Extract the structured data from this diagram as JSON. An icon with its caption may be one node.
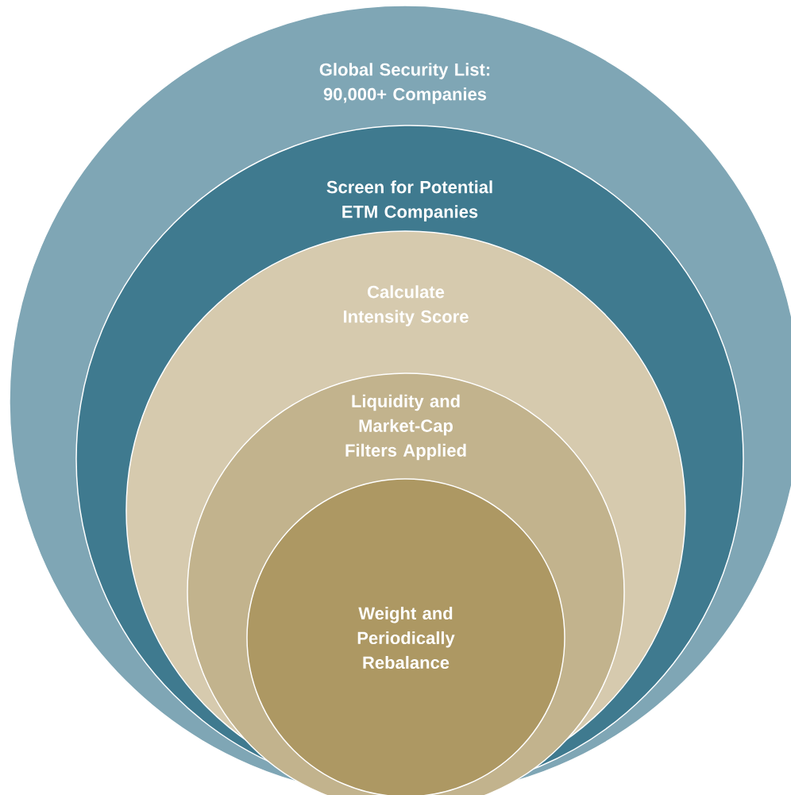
{
  "diagram": {
    "nodes": [
      {
        "text": [
          "Global Security List: 90,000+ Companies"
        ]
      },
      {
        "text": [
          "Screen for Potential ETM Companies"
        ],
        "in": 0
      },
      {
        "text": [
          "Calculate Intensity Score"
        ],
        "in": 1
      },
      {
        "text": [
          "Liquidity and Market-Cap Filters Applied"
        ],
        "in": 2
      },
      {
        "text": [
          "Weight and Periodically Rebalance"
        ],
        "in": 3
      }
    ]
  }
}
